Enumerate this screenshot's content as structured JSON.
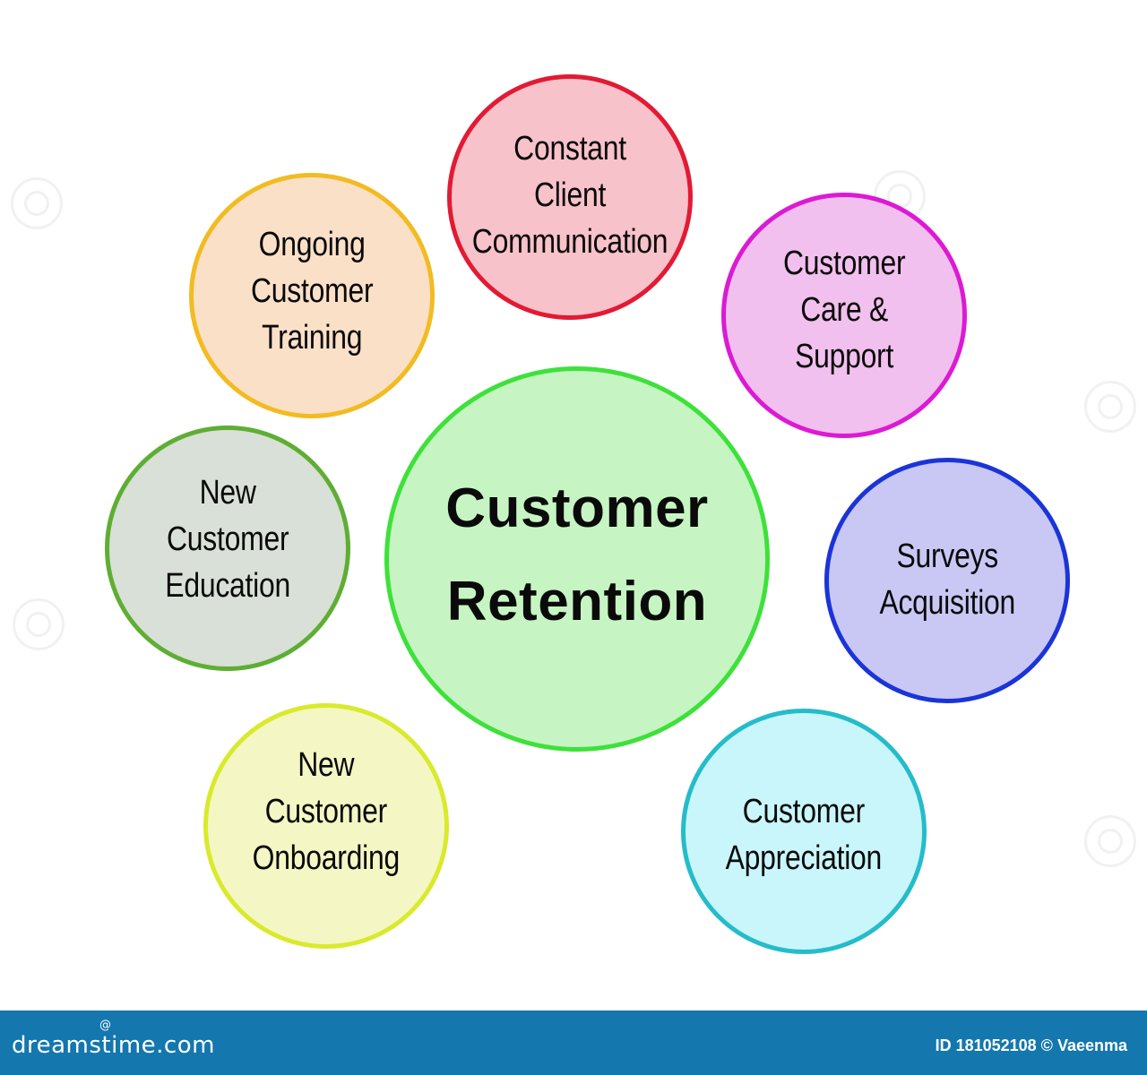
{
  "diagram": {
    "center": {
      "label": "Customer\nRetention",
      "fill": "#c6f5c3",
      "border": "#3ee13a"
    },
    "nodes": [
      {
        "id": "red",
        "label": "Constant\nClient\nCommunication",
        "fill": "#f8c2ca",
        "border": "#e21a34"
      },
      {
        "id": "orange",
        "label": "Ongoing\nCustomer\nTraining",
        "fill": "#fbe0c8",
        "border": "#f2bb21"
      },
      {
        "id": "magenta",
        "label": "Customer\nCare &\nSupport",
        "fill": "#f2c0ee",
        "border": "#dc1ad4"
      },
      {
        "id": "gray",
        "label": "New\nCustomer\nEducation",
        "fill": "#d9e0d7",
        "border": "#5fae34"
      },
      {
        "id": "blue",
        "label": "Surveys\nAcquisition",
        "fill": "#c9c8f5",
        "border": "#1b34d8"
      },
      {
        "id": "yellow",
        "label": "New\nCustomer\nOnboarding",
        "fill": "#f4f7c4",
        "border": "#d9ea2c"
      },
      {
        "id": "cyan",
        "label": "Customer\nAppreciation",
        "fill": "#c9f6fb",
        "border": "#25bcca"
      }
    ]
  },
  "footer": {
    "brand": "dreamstime.com",
    "brand_mark": "@",
    "credit": "ID 181052108 © Vaeenma",
    "background": "#1477ae"
  }
}
